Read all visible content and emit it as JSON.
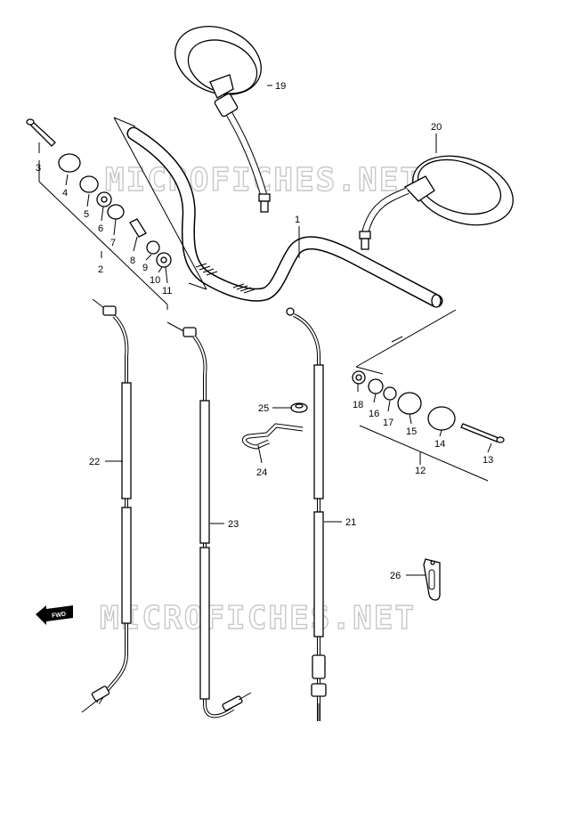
{
  "watermarks": [
    "MICROFICHES.NET",
    "MICROFICHES.NET"
  ],
  "fwd_label": "FWD",
  "callouts": [
    "1",
    "2",
    "3",
    "4",
    "5",
    "6",
    "7",
    "8",
    "9",
    "10",
    "11",
    "12",
    "13",
    "14",
    "15",
    "16",
    "17",
    "18",
    "19",
    "20",
    "21",
    "22",
    "23",
    "24",
    "25",
    "26"
  ]
}
